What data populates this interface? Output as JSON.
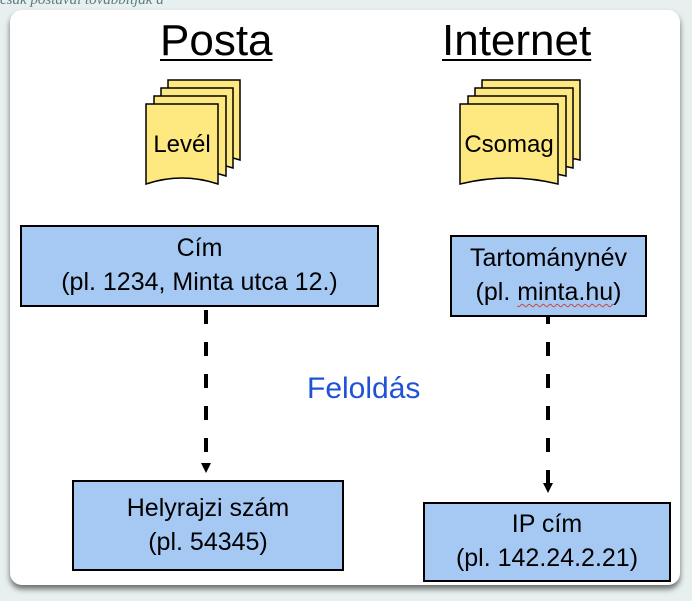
{
  "caption": "csak postával továbbítják a",
  "headings": {
    "left": "Posta",
    "right": "Internet"
  },
  "documents": {
    "left": "Levél",
    "right": "Csomag"
  },
  "boxes": {
    "left_top": {
      "line1": "Cím",
      "line2": "(pl. 1234, Minta utca 12.)"
    },
    "right_top": {
      "line1": "Tartománynév",
      "line2_prefix": "(pl. ",
      "line2_squiggle": "minta.hu",
      "line2_suffix": ")"
    },
    "left_bottom": {
      "line1": "Helyrajzi szám",
      "line2": "(pl. 54345)"
    },
    "right_bottom": {
      "line1": "IP cím",
      "line2": "(pl. 142.24.2.21)"
    }
  },
  "resolve_label": "Feloldás",
  "colors": {
    "box_fill": "#a6c9f4",
    "document_fill": "#fde980",
    "resolve_text": "#1f52d6"
  }
}
